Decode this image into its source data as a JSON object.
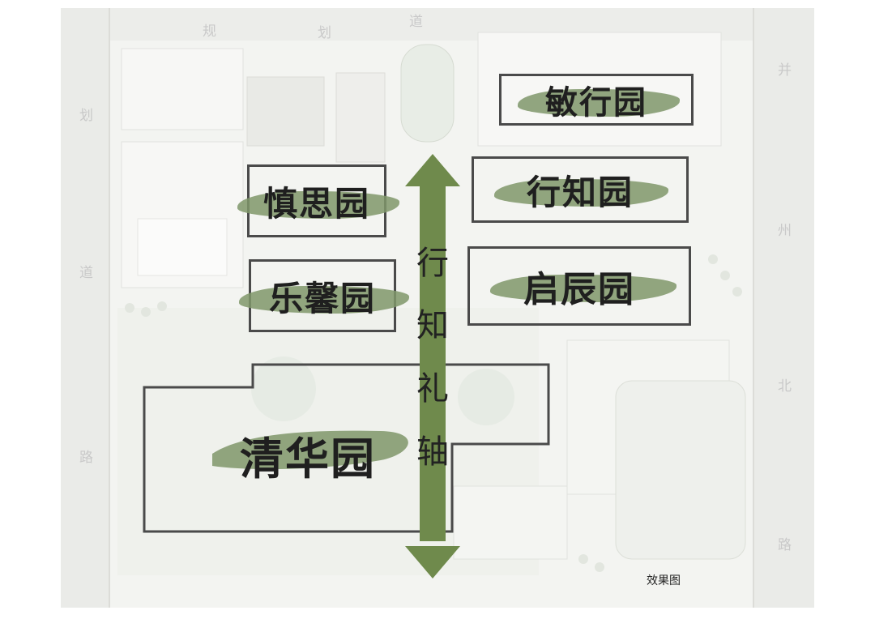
{
  "road_labels": {
    "top_1": "规",
    "top_2": "划",
    "top_3": "道",
    "left_1": "划",
    "left_2": "道",
    "left_3": "路",
    "right_1": "并",
    "right_2": "州",
    "right_3": "北",
    "right_4": "路"
  },
  "zones": {
    "minxing": "敏行园",
    "xingzhi": "行知园",
    "shensi": "慎思园",
    "lexin": "乐馨园",
    "qichen": "启辰园",
    "qinghua": "清华园"
  },
  "axis": {
    "chars": [
      "行",
      "知",
      "礼",
      "轴"
    ]
  },
  "caption": "效果图",
  "colors": {
    "brush": "#7f966a",
    "arrow": "#6f8a4c",
    "frame": "#4a4a4a"
  }
}
